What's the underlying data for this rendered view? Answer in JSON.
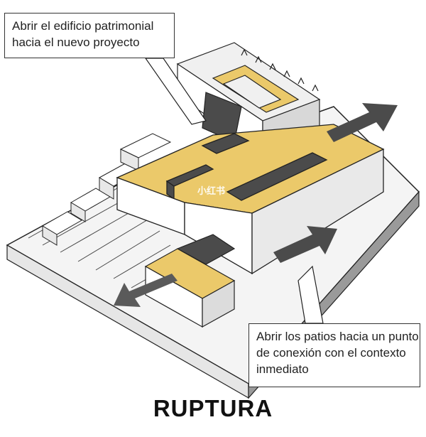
{
  "diagram": {
    "title": "RUPTURA",
    "callouts": {
      "top": [
        "Abrir el edificio patrimonial",
        "hacia el nuevo proyecto"
      ],
      "bottom": [
        "Abrir los patios hacia un punto",
        "de conexión con el contexto",
        "inmediato"
      ]
    },
    "watermark": "小红书"
  },
  "colors": {
    "yellow": "#ebc96a",
    "dark": "#4b4b4b",
    "white": "#ffffff",
    "light": "#f2f2f2",
    "mid": "#d4d4d4",
    "stroke": "#222222"
  }
}
